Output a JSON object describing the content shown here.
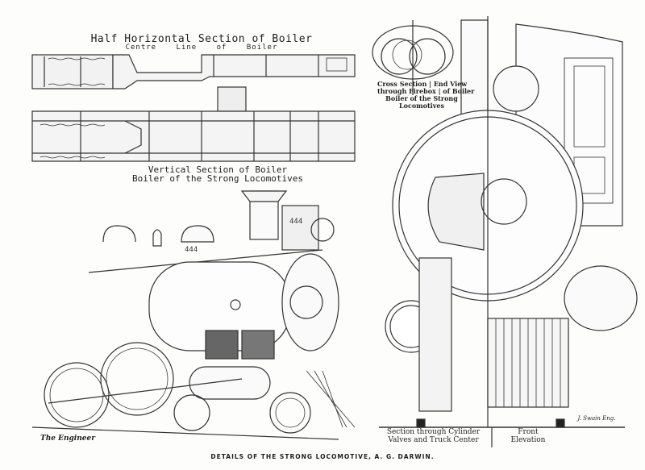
{
  "plate": {
    "caption": "DETAILS OF THE STRONG LOCOMOTIVE, A. G. DARWIN.",
    "publisher": "The Engineer",
    "signature": "J. Swain Eng."
  },
  "boiler_sections": {
    "horizontal_title": "Half Horizontal Section of Boiler",
    "centre_line_label": "Centre Line of Boiler",
    "vertical_title": "Vertical Section of Boiler",
    "vertical_subtitle": "Boiler of the Strong Locomotives"
  },
  "cross_section": {
    "left_label": "Cross Section | End View",
    "line2": "through Firebox | of Boiler",
    "line3": "Boiler of the Strong",
    "line4": "Locomotives"
  },
  "elevations": {
    "left_caption_line1": "Section through Cylinder",
    "left_caption_line2": "Valves and Truck Center",
    "right_caption_line1": "Front",
    "right_caption_line2": "Elevation"
  },
  "locomotive": {
    "number": "444",
    "dome_number": "444"
  }
}
